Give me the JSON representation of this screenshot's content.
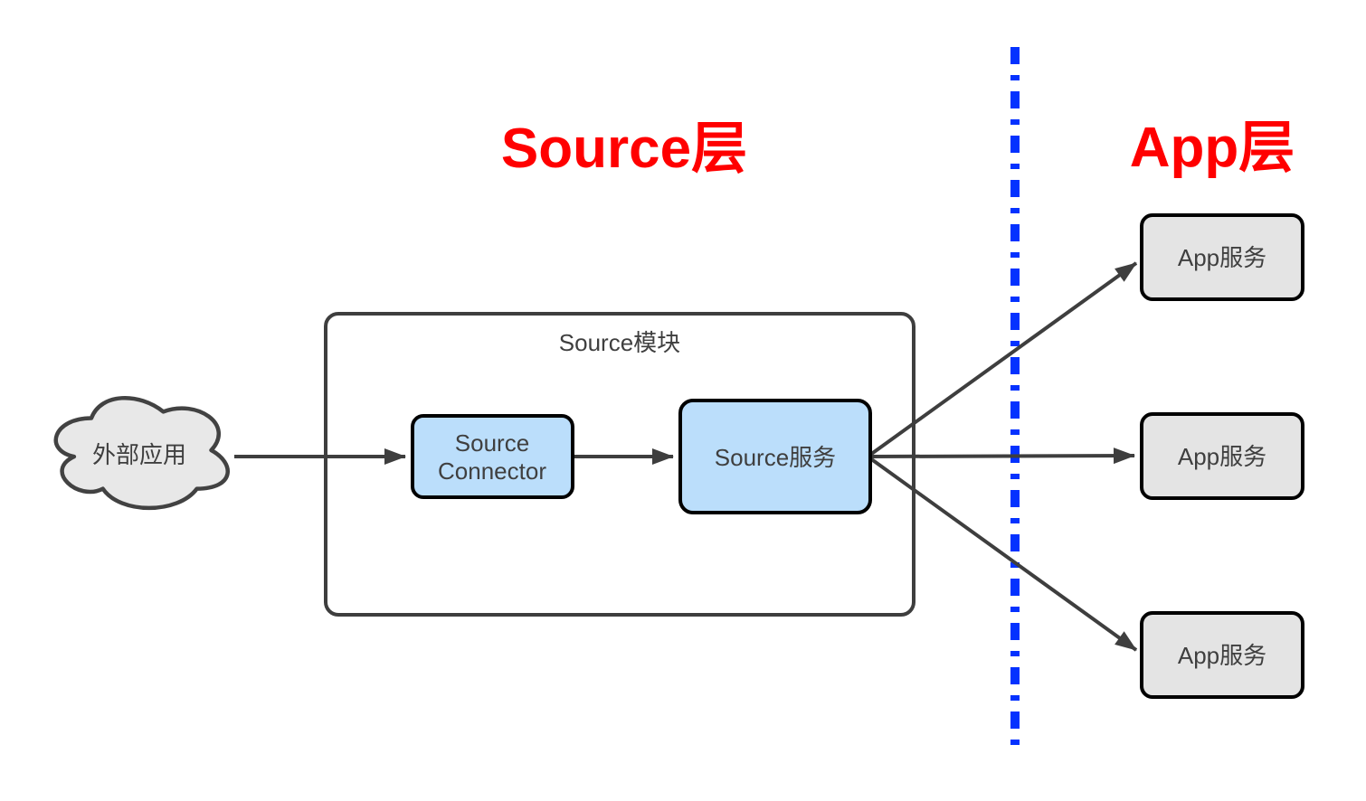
{
  "diagram": {
    "titles": {
      "source_layer": "Source层",
      "app_layer": "App层"
    },
    "nodes": {
      "external_app": {
        "label": "外部应用",
        "shape": "cloud"
      },
      "source_module": {
        "label": "Source模块",
        "shape": "container"
      },
      "source_connector": {
        "label_line1": "Source",
        "label_line2": "Connector",
        "shape": "rounded-rect"
      },
      "source_service": {
        "label": "Source服务",
        "shape": "rounded-rect"
      },
      "app_services": [
        {
          "label": "App服务"
        },
        {
          "label": "App服务"
        },
        {
          "label": "App服务"
        }
      ]
    },
    "edges": [
      {
        "from": "external_app",
        "to": "source_connector"
      },
      {
        "from": "source_connector",
        "to": "source_service"
      },
      {
        "from": "source_service",
        "to": "app_services.0"
      },
      {
        "from": "source_service",
        "to": "app_services.1"
      },
      {
        "from": "source_service",
        "to": "app_services.2"
      }
    ],
    "colors": {
      "title_red": "#FF0000",
      "divider_blue": "#0432FF",
      "service_blue_fill": "#BBDEFB",
      "app_gray_fill": "#E4E4E4",
      "cloud_gray_fill": "#E8E8E8",
      "edge_dark": "#3E3E3E",
      "node_border": "#000000",
      "label_text": "#3F3F3F"
    }
  }
}
